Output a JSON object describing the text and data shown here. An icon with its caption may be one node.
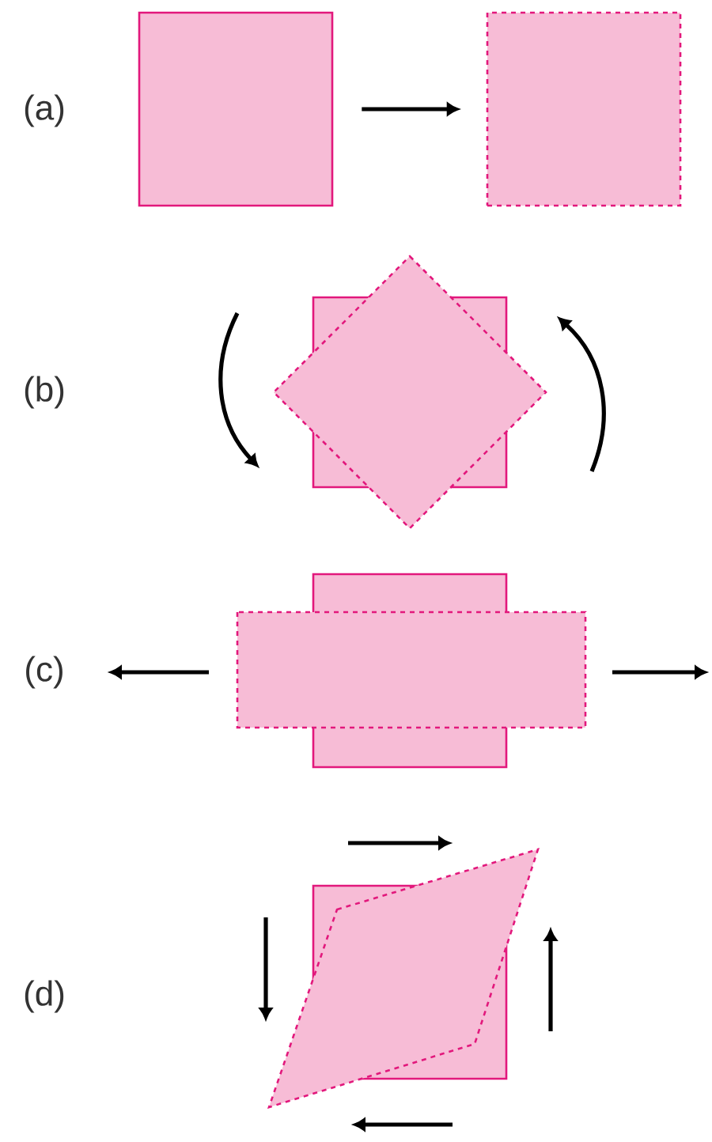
{
  "diagram": {
    "nodes": [
      {
        "text": [],
        "shape": "box"
      },
      {
        "text": [],
        "shape": "box"
      }
    ],
    "edges": [
      {
        "from": 0,
        "to": 1,
        "arrow": "to"
      }
    ],
    "labels": [
      "(a)",
      "(b)",
      "(c)",
      "(d)"
    ]
  }
}
